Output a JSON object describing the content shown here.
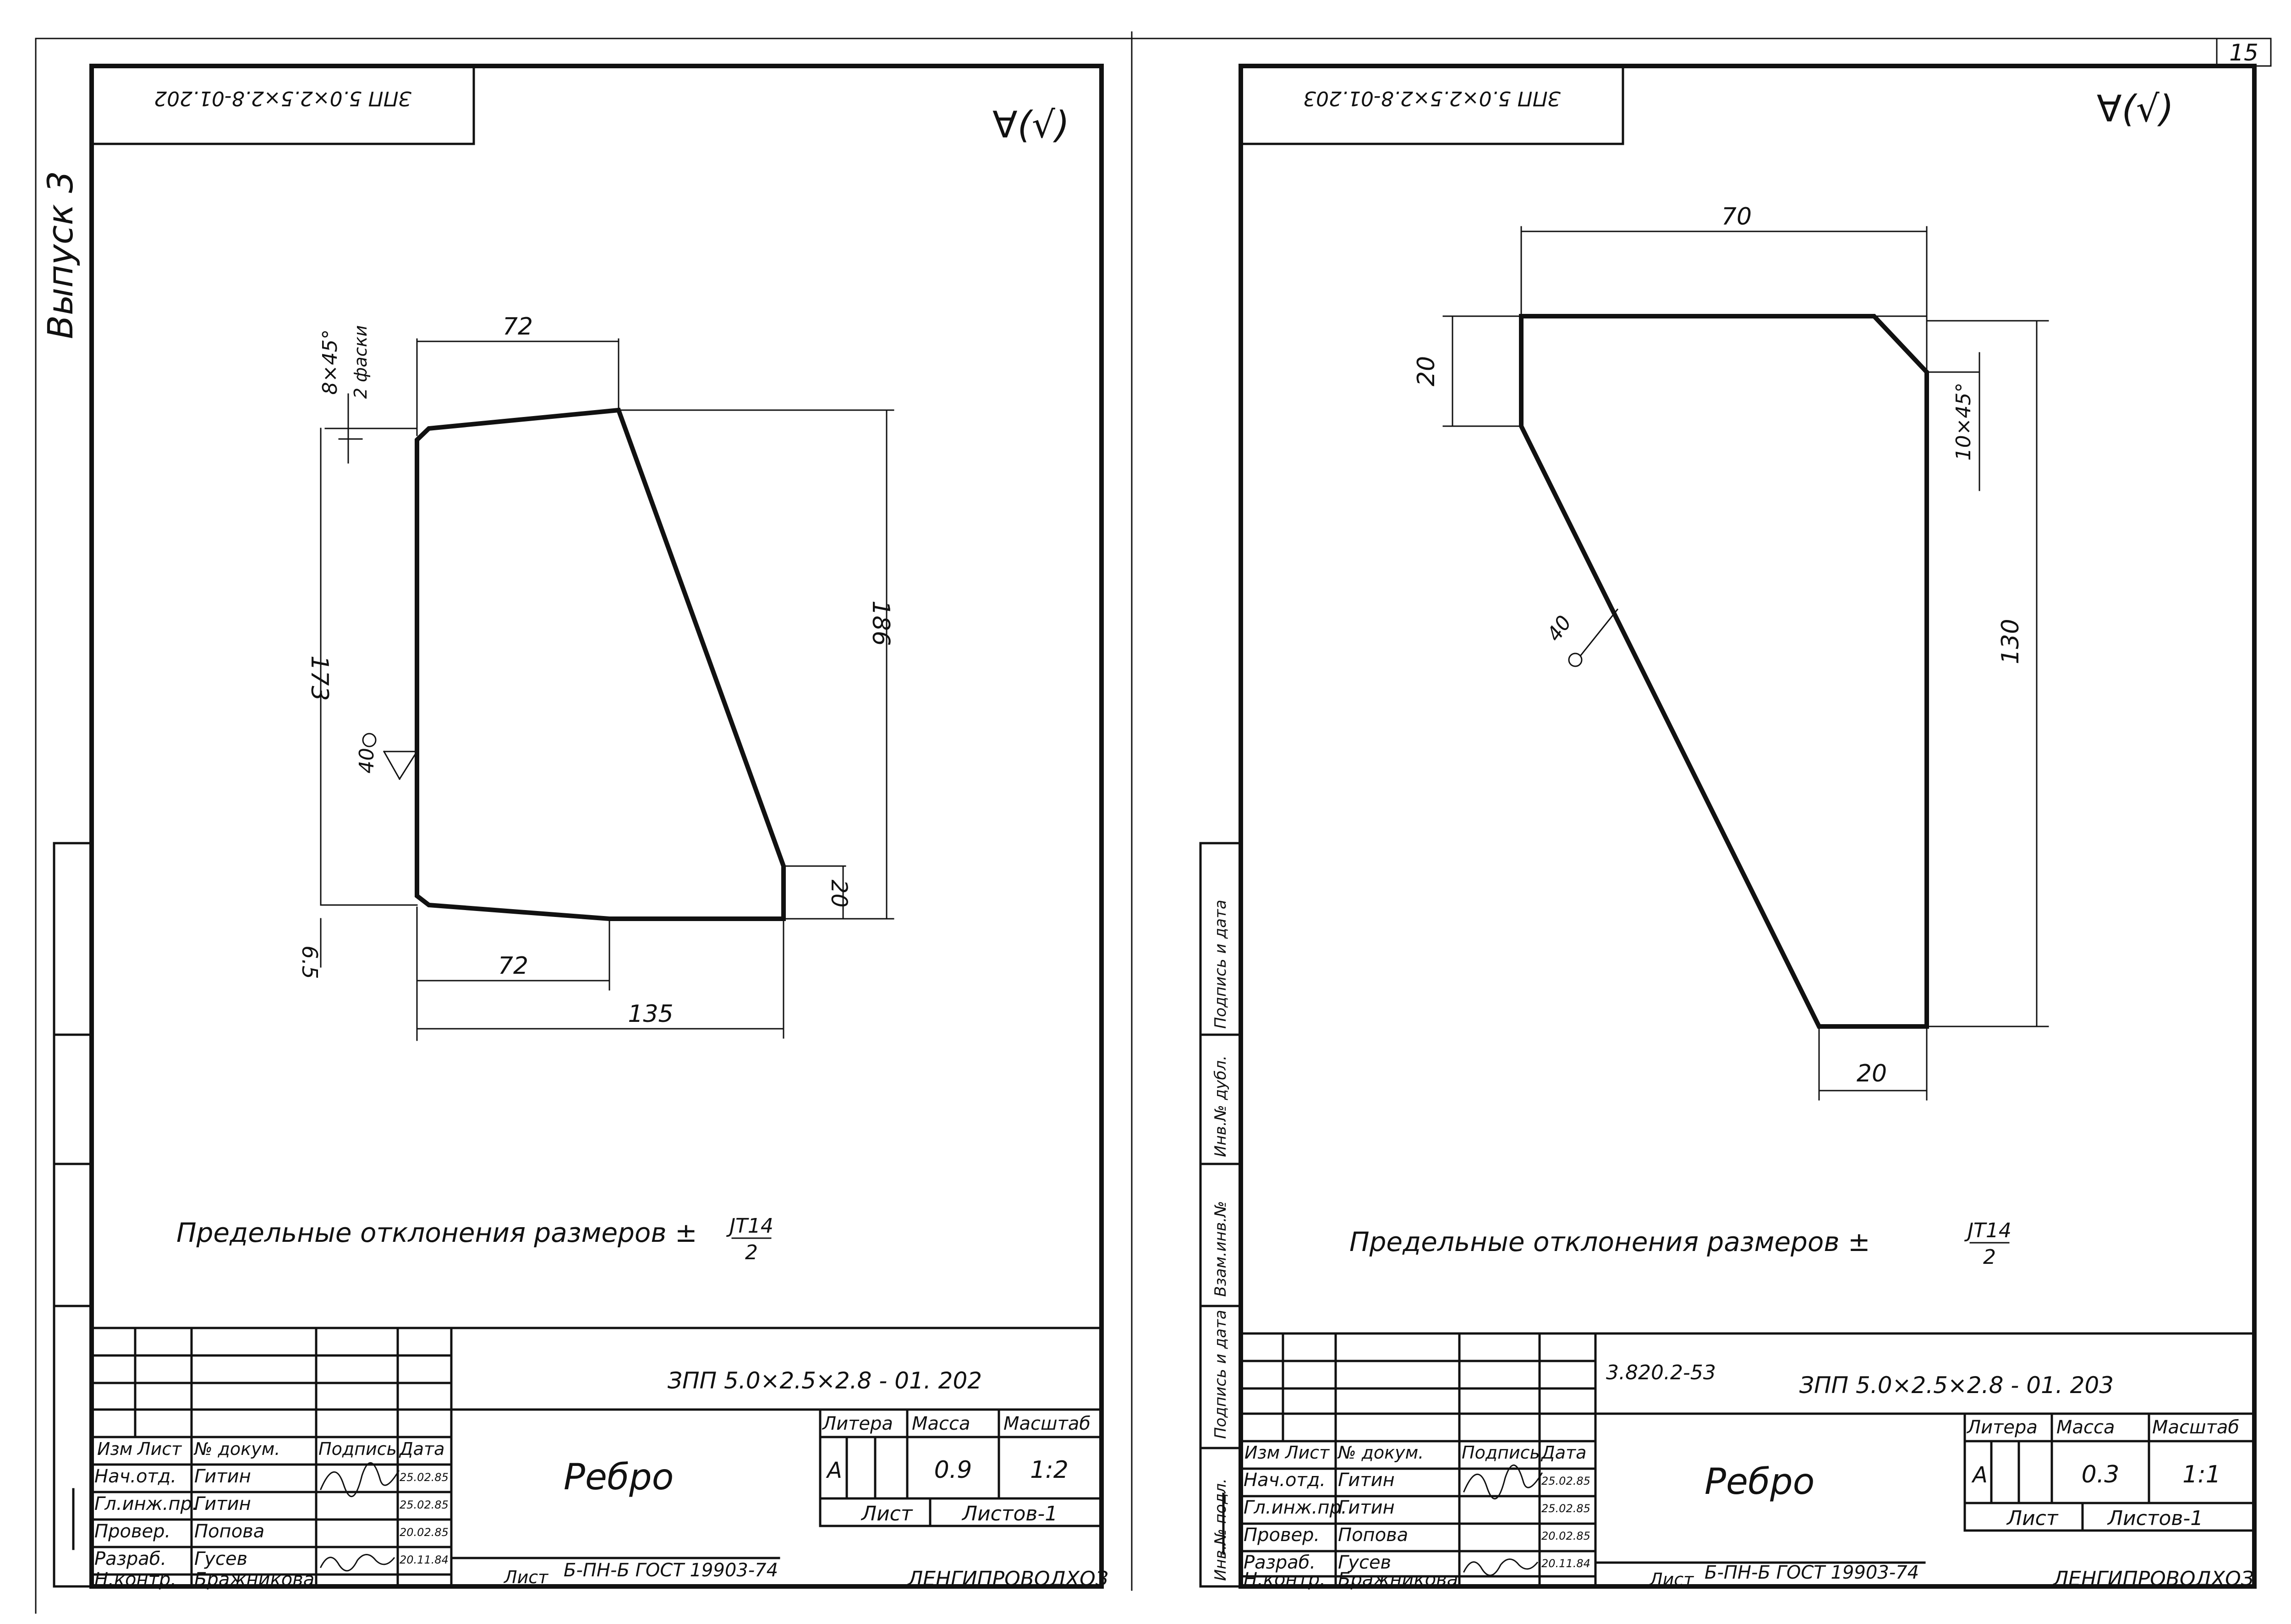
{
  "page_number": "15",
  "issue_label": "Выпуск 3",
  "left_sheet": {
    "stamp_code": "ЗПП 5.0×2.5×2.8-01.202",
    "code_main": "ЗПП 5.0×2.5×2.8 - 01. 202",
    "roughness": "∀(√)",
    "dims": {
      "top_width": "72",
      "bottom_width": "72",
      "overall_width": "135",
      "left_height": "173",
      "right_height": "186",
      "bottom_leg": "20",
      "offset": "6.5",
      "chamfer": "8×45°",
      "chamfer_note": "2 фаски",
      "weld_mark": "40"
    },
    "tolerance_text": "Предельные отклонения размеров ±",
    "tolerance_num": "JT14",
    "tolerance_den": "2",
    "title_block": {
      "headers": [
        "Изм",
        "Лист",
        "№ докум.",
        "Подпись",
        "Дата"
      ],
      "rows": [
        {
          "role": "Нач.отд.",
          "name": "Гитин",
          "date": "25.02.85"
        },
        {
          "role": "Гл.инж.пр.",
          "name": "Гитин",
          "date": "25.02.85"
        },
        {
          "role": "Провер.",
          "name": "Попова",
          "date": "20.02.85"
        },
        {
          "role": "Разраб.",
          "name": "Гусев",
          "date": "20.11.84"
        },
        {
          "role": "Н.контр.",
          "name": "Бражникова",
          "date": ""
        }
      ],
      "part_name": "Ребро",
      "litera_label": "Литера",
      "mass_label": "Масса",
      "scale_label": "Масштаб",
      "litera": "А",
      "mass": "0.9",
      "scale": "1:2",
      "sheet_label": "Лист",
      "sheets_label": "Листов-1",
      "material": "Б-ПН-Б ГОСТ 19903-74",
      "material_sheet_label": "Лист",
      "org": "ЛЕНГИПРОВОДХОЗ"
    }
  },
  "right_sheet": {
    "stamp_code": "ЗПП 5.0×2.5×2.8-01.203",
    "code_ref": "3.820.2-53",
    "code_main": "ЗПП 5.0×2.5×2.8 - 01. 203",
    "roughness": "∀(√)",
    "dims": {
      "top_width": "70",
      "left_height": "20",
      "right_height": "130",
      "bottom_width": "20",
      "chamfer": "10×45°",
      "weld_mark": "40"
    },
    "tolerance_text": "Предельные отклонения размеров ±",
    "tolerance_num": "JT14",
    "tolerance_den": "2",
    "side_labels": [
      "Инв.№ подл.",
      "Подпись и дата",
      "Взам.инв.№",
      "Инв.№ дубл.",
      "Подпись и дата"
    ],
    "title_block": {
      "headers": [
        "Изм",
        "Лист",
        "№ докум.",
        "Подпись",
        "Дата"
      ],
      "rows": [
        {
          "role": "Нач.отд.",
          "name": "Гитин",
          "date": "25.02.85"
        },
        {
          "role": "Гл.инж.пр.",
          "name": "Гитин",
          "date": "25.02.85"
        },
        {
          "role": "Провер.",
          "name": "Попова",
          "date": "20.02.85"
        },
        {
          "role": "Разраб.",
          "name": "Гусев",
          "date": "20.11.84"
        },
        {
          "role": "Н.контр.",
          "name": "Бражникова",
          "date": ""
        }
      ],
      "part_name": "Ребро",
      "litera_label": "Литера",
      "mass_label": "Масса",
      "scale_label": "Масштаб",
      "litera": "А",
      "mass": "0.3",
      "scale": "1:1",
      "sheet_label": "Лист",
      "sheets_label": "Листов-1",
      "material": "Б-ПН-Б ГОСТ 19903-74",
      "material_sheet_label": "Лист",
      "org": "ЛЕНГИПРОВОДХОЗ"
    }
  }
}
